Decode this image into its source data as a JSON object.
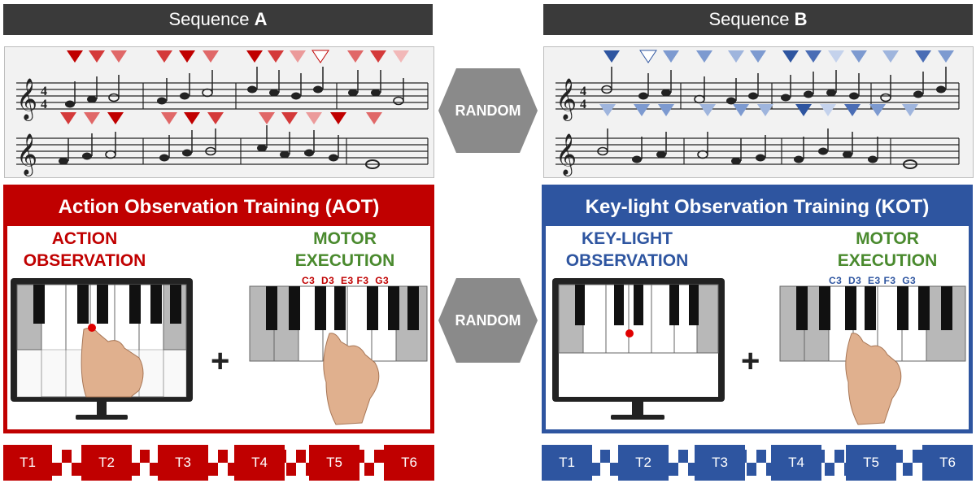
{
  "sequence_a": {
    "prefix": "Sequence ",
    "letter": "A"
  },
  "sequence_b": {
    "prefix": "Sequence ",
    "letter": "B"
  },
  "random_top": "RANDOM",
  "random_bottom": "RANDOM",
  "aot": {
    "title": "Action Observation Training (AOT)",
    "observation": [
      "ACTION",
      "OBSERVATION"
    ],
    "execution": [
      "MOTOR",
      "EXECUTION"
    ],
    "notes": "C3  D3  E3 F3  G3",
    "trials": [
      "T1",
      "T2",
      "T3",
      "T4",
      "T5",
      "T6"
    ]
  },
  "kot": {
    "title": "Key-light Observation Training (KOT)",
    "observation": [
      "KEY-LIGHT",
      "OBSERVATION"
    ],
    "execution": [
      "MOTOR",
      "EXECUTION"
    ],
    "notes": "C3  D3  E3 F3  G3",
    "trials": [
      "T1",
      "T2",
      "T3",
      "T4",
      "T5",
      "T6"
    ]
  },
  "plus_sign": "+",
  "colors": {
    "aot_red": "#c00000",
    "kot_blue": "#2e55a0",
    "motor_green": "#4a8a2e",
    "header_dark": "#3a3a3a",
    "random_gray": "#8a8a8a"
  }
}
